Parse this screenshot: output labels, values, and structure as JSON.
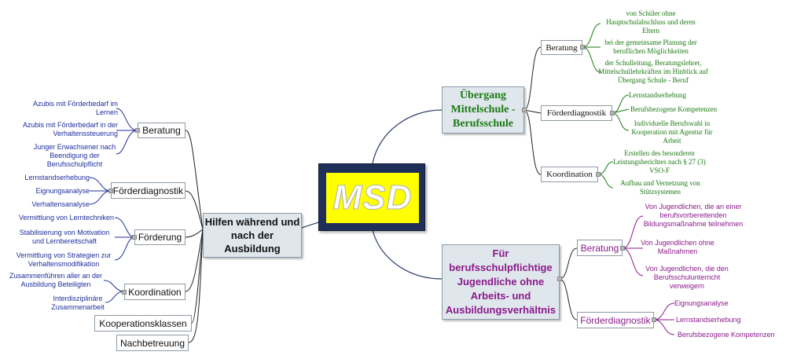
{
  "center": {
    "label": "MSD"
  },
  "colors": {
    "left": "#1f2f9c",
    "top_right": "#1a7a12",
    "bottom_right": "#8b1a8b",
    "center_bg": "#1f2f57",
    "center_fill": "#ffff00"
  },
  "left_branch": {
    "title": "Hilfen während und nach der Ausbildung",
    "subs": [
      {
        "label": "Beratung",
        "leaves": [
          "Azubis mit Förderbedarf im Lernen",
          "Azubis mit Förderbedarf in der Verhaltenssteuerung",
          "Junger Erwachsener nach Beendigung der Berufsschulpflicht"
        ]
      },
      {
        "label": "Förderdiagnostik",
        "leaves": [
          "Lernstandserhebung",
          "Eignungsanalyse",
          "Verhaltensanalyse"
        ]
      },
      {
        "label": "Förderung",
        "leaves": [
          "Vermittlung von Lerntechniken",
          "Stabilisierung von Motivation und Lernbereitschaft",
          "Vermittlung von Strategien zur Verhaltensmodifikation"
        ]
      },
      {
        "label": "Koordination",
        "leaves": [
          "Zusammenführen aller an der Ausbildung Beteiligten",
          "Interdisziplinäre Zusammenarbeit"
        ]
      },
      {
        "label": "Kooperationsklassen",
        "leaves": []
      },
      {
        "label": "Nachbetreuung",
        "leaves": []
      }
    ]
  },
  "top_right_branch": {
    "title": "Übergang Mittelschule - Berufsschule",
    "subs": [
      {
        "label": "Beratung",
        "leaves": [
          "von Schüler ohne Hauptschulabschluss und deren Eltern",
          "bei der gemeinsame Planung der beruflichen Möglichkeiten",
          "der Schulleitung, Beratungslehrer, Mittelschullehrkräften im Hinblick auf Übergang Schule - Beruf"
        ]
      },
      {
        "label": "Förderdiagnostik",
        "leaves": [
          "Lernstandserhebung",
          "Berufsbezogene Kompetenzen",
          "Individuelle Berufswahl in Kooperation mit Agentur für Arbeit"
        ]
      },
      {
        "label": "Koordination",
        "leaves": [
          "Erstellen des besonderen Leistungsberichtes nach § 27 (3) VSO-F",
          "Aufbau und Vernetzung von Stützsystemen"
        ]
      }
    ]
  },
  "bottom_right_branch": {
    "title": "Für berufsschulpflichtige Jugendliche ohne Arbeits- und Ausbildungsverhältnis",
    "subs": [
      {
        "label": "Beratung",
        "leaves": [
          "Von Jugendlichen, die an einer berufsvorbereitenden Bildungsmaßnahme teilnehmen",
          "Von Jugendlichen ohne Maßnahmen",
          "Von Jugendlichen, die den Berufsschulunterricht verweigern"
        ]
      },
      {
        "label": "Förderdiagnostik",
        "leaves": [
          "Eignungsanalyse",
          "Lernstandserhebung",
          "Berufsbezogene Kompetenzen"
        ]
      }
    ]
  }
}
